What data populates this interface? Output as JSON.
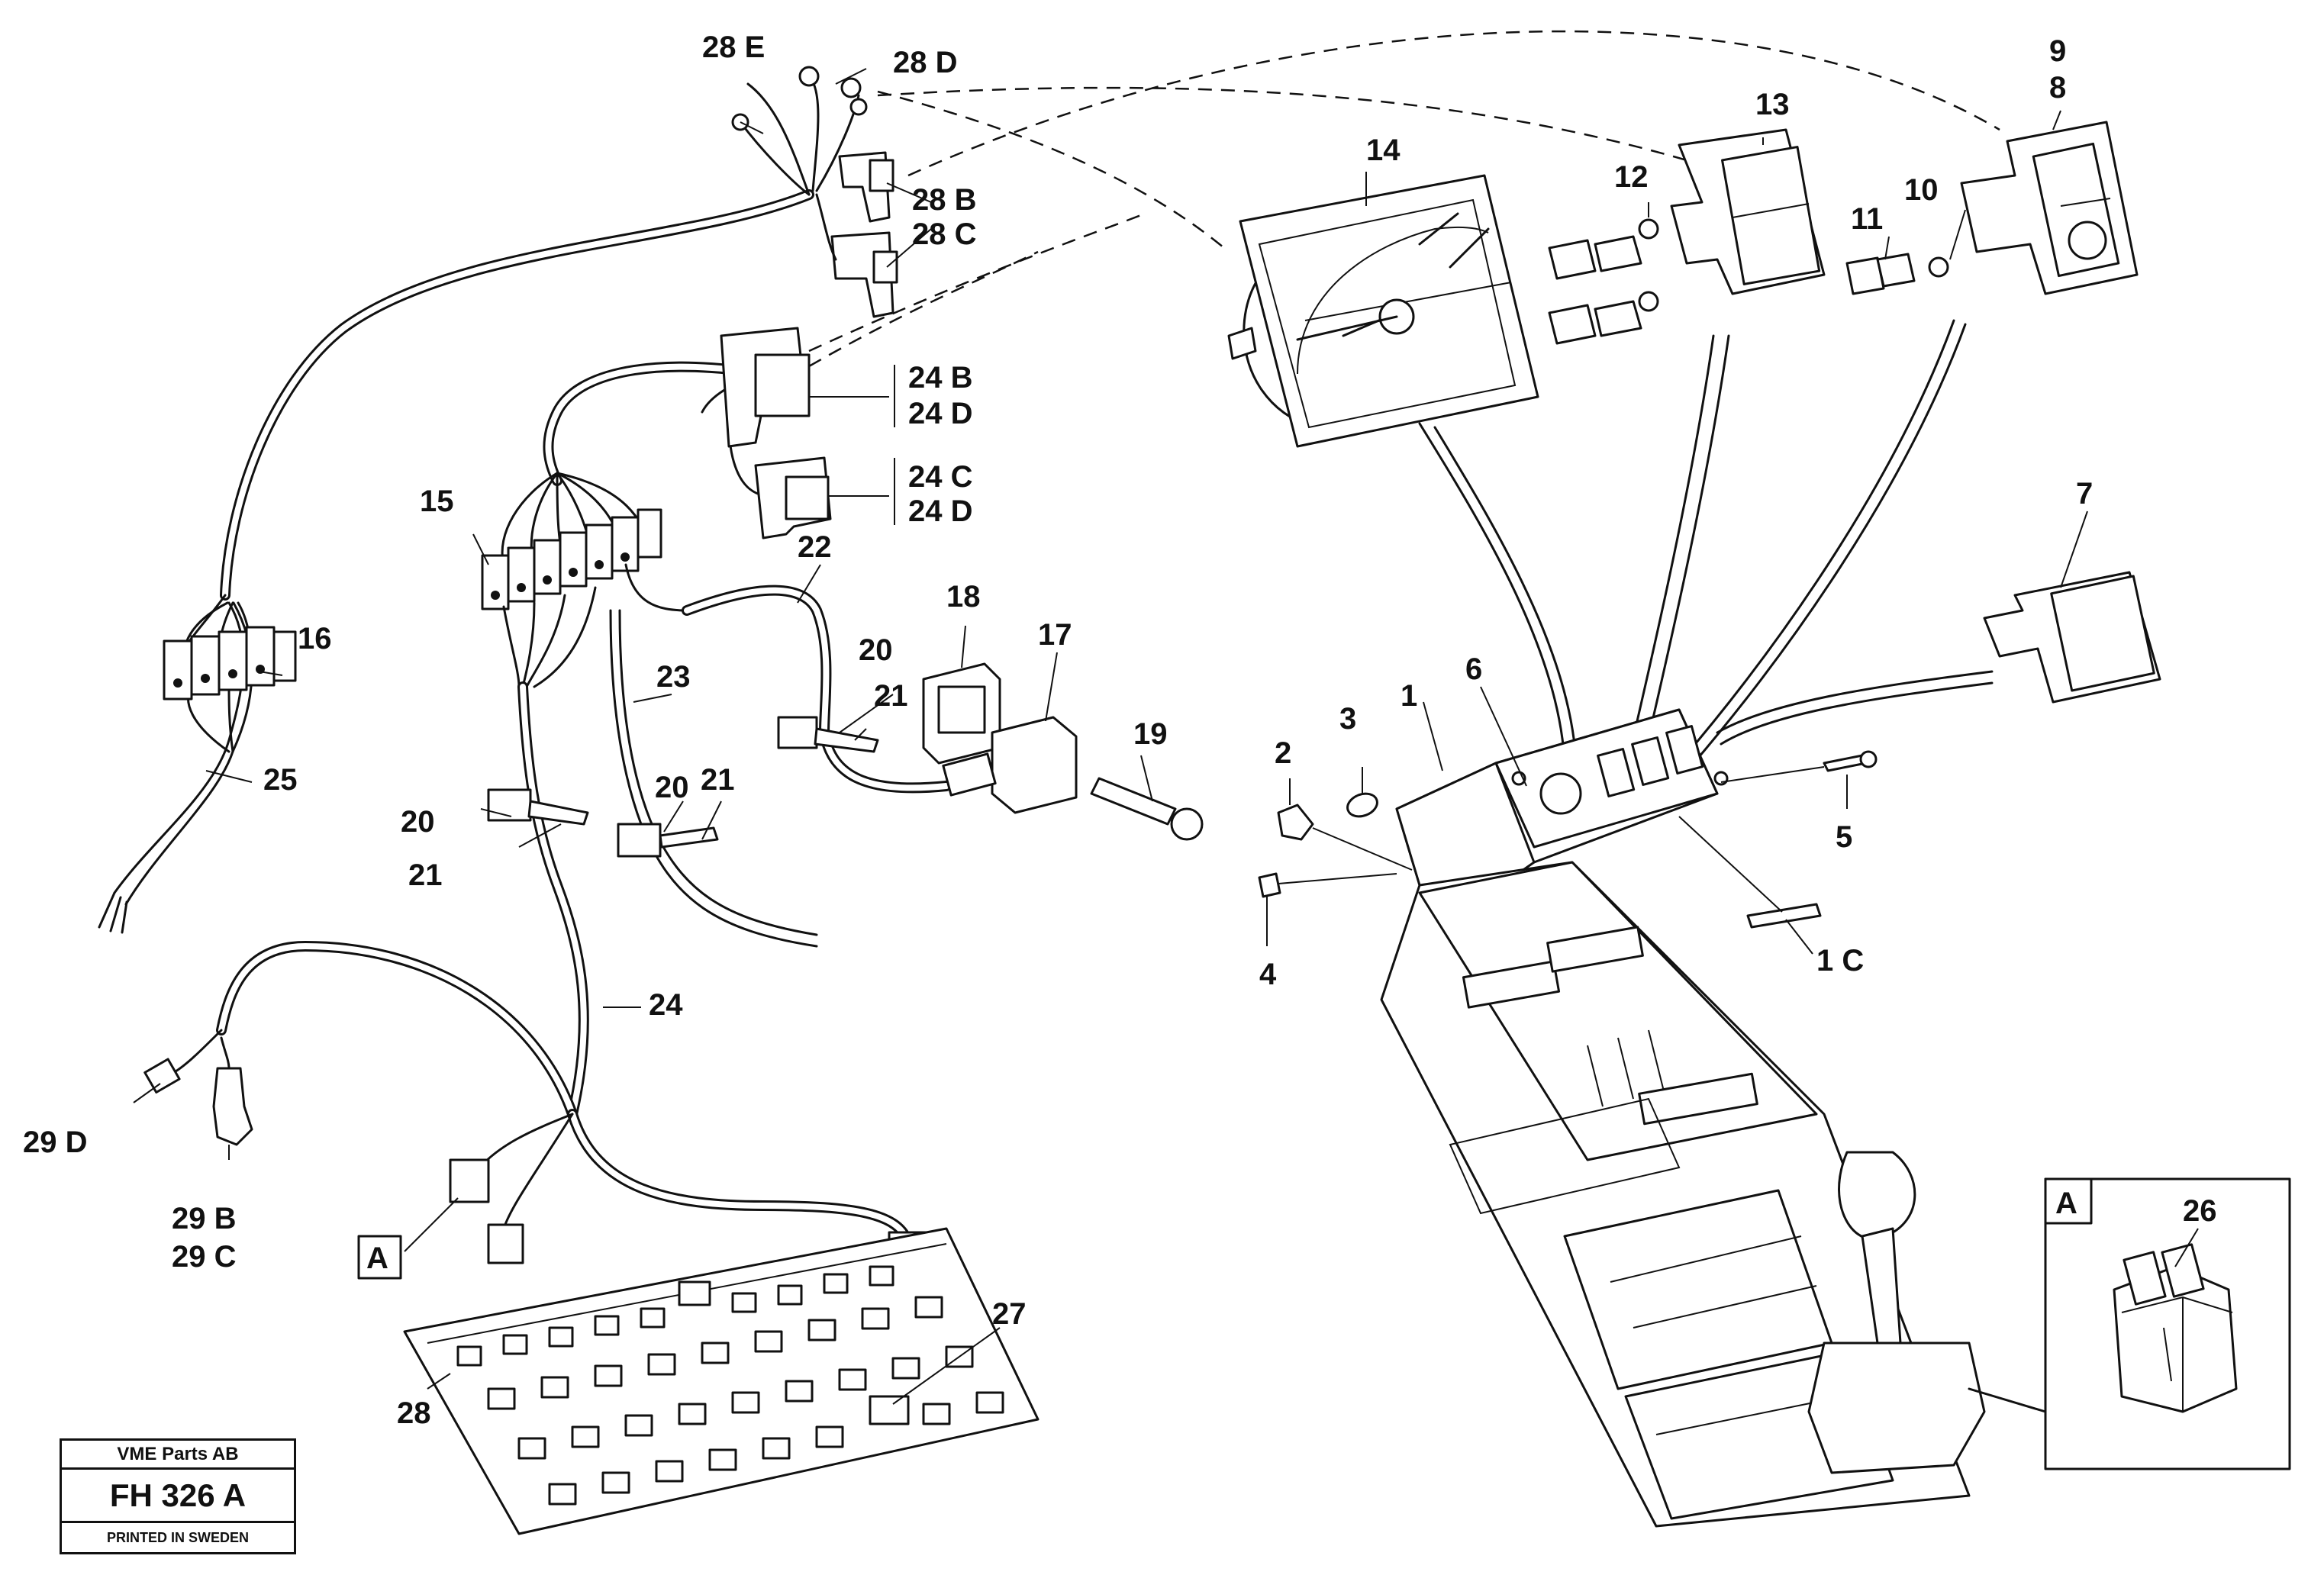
{
  "callouts": {
    "c28e": "28 E",
    "c28d": "28 D",
    "c28b": "28 B",
    "c28c": "28 C",
    "c24b": "24 B",
    "c24d_1": "24 D",
    "c24c": "24 C",
    "c24d_2": "24 D",
    "c15": "15",
    "c16": "16",
    "c25": "25",
    "c22": "22",
    "c23": "23",
    "c18": "18",
    "c17": "17",
    "c19": "19",
    "c20_1": "20",
    "c21_1": "21",
    "c20_2": "20",
    "c21_2": "21",
    "c20_3": "20",
    "c21_3": "21",
    "c24": "24",
    "c29d": "29 D",
    "c29b": "29 B",
    "c29c": "29 C",
    "cA_1": "A",
    "c27": "27",
    "c28": "28",
    "c14": "14",
    "c13": "13",
    "c12": "12",
    "c11": "11",
    "c10": "10",
    "c9": "9",
    "c8": "8",
    "c7": "7",
    "c6": "6",
    "c1": "1",
    "c3": "3",
    "c2": "2",
    "c4": "4",
    "c5": "5",
    "c1c": "1 C",
    "cA_2": "A",
    "c26": "26"
  },
  "title_block": {
    "company": "VME Parts AB",
    "reference": "FH 326 A",
    "printed": "PRINTED IN SWEDEN"
  }
}
